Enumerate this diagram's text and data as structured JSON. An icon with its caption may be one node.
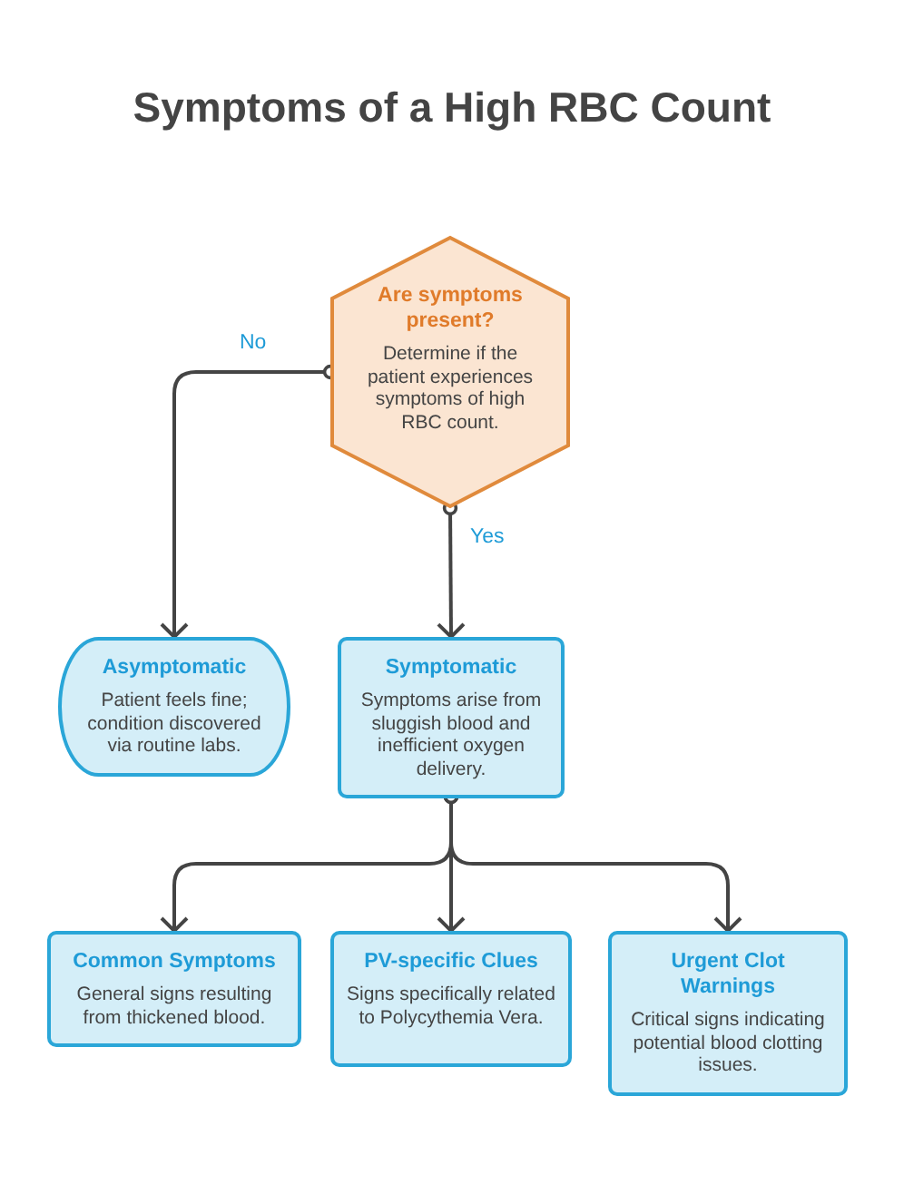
{
  "diagram": {
    "title": "Symptoms of a High RBC Count",
    "nodes": [
      {
        "text": [
          "Are symptoms present?",
          "Determine if the patient experiences symptoms of high RBC count."
        ]
      },
      {
        "text": [
          "Asymptomatic",
          "Patient feels fine; condition discovered via routine labs."
        ]
      },
      {
        "text": [
          "Symptomatic",
          "Symptoms arise from sluggish blood and inefficient oxygen delivery."
        ]
      },
      {
        "text": [
          "Common Symptoms",
          "General signs resulting from thickened blood."
        ]
      },
      {
        "text": [
          "PV-specific Clues",
          "Signs specifically related to Polycythemia Vera."
        ]
      },
      {
        "text": [
          "Urgent Clot Warnings",
          "Critical signs indicating potential blood clotting issues."
        ]
      }
    ],
    "edges": [
      {
        "from": 0,
        "to": 1,
        "arrow": "to",
        "label": "No"
      },
      {
        "from": 0,
        "to": 2,
        "arrow": "to",
        "label": "Yes"
      },
      {
        "from": 2,
        "to": 3,
        "arrow": "to"
      },
      {
        "from": 2,
        "to": 4,
        "arrow": "to"
      },
      {
        "from": 2,
        "to": 5,
        "arrow": "to"
      }
    ]
  }
}
